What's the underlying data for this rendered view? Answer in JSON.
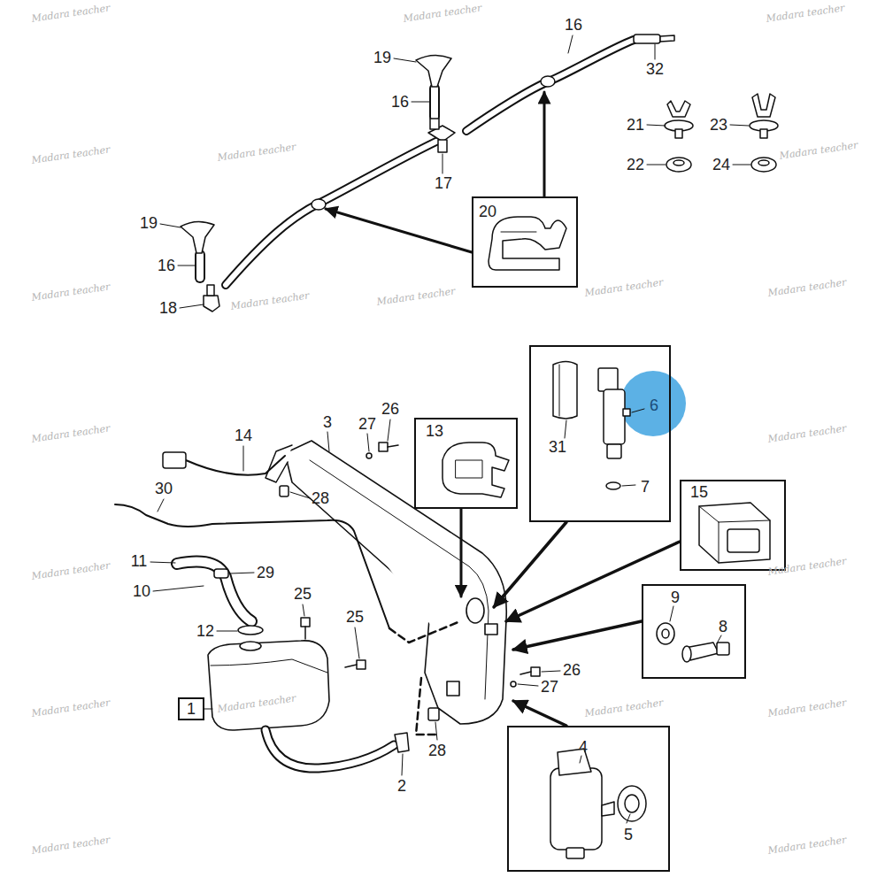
{
  "diagram": {
    "nodes": [
      {
        "text": [
          "20"
        ]
      },
      {
        "text": [
          "6",
          "31",
          "7"
        ]
      },
      {
        "text": [
          "13"
        ]
      },
      {
        "text": [
          "15"
        ]
      },
      {
        "text": [
          "9",
          "8"
        ]
      },
      {
        "text": [
          "1"
        ]
      },
      {
        "text": [
          "4",
          "5"
        ]
      }
    ],
    "labels": [
      "16",
      "32",
      "19",
      "16",
      "21",
      "23",
      "22",
      "24",
      "17",
      "19",
      "16",
      "18",
      "26",
      "3",
      "27",
      "14",
      "30",
      "28",
      "11",
      "29",
      "10",
      "25",
      "25",
      "12",
      "26",
      "27",
      "28",
      "2",
      "Madara teacher",
      "Madara teacher",
      "Madara teacher",
      "Madara teacher",
      "Madara teacher",
      "Madara teacher",
      "Madara teacher",
      "Madara teacher",
      "Madara teacher",
      "Madara teacher",
      "Madara teacher",
      "Madara teacher",
      "Madara teacher",
      "Madara teacher",
      "Madara teacher",
      "Madara teacher",
      "Madara teacher",
      "Madara teacher",
      "Madara teacher",
      "Madara teacher",
      "Madara teacher"
    ]
  }
}
